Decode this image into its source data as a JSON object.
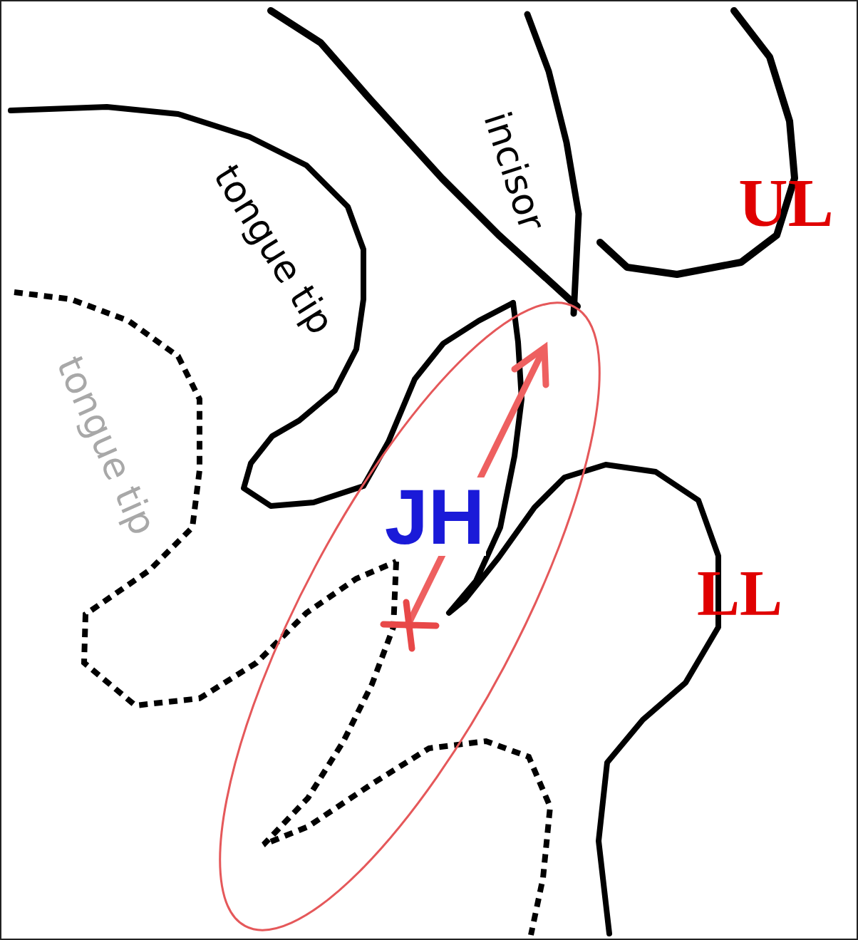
{
  "diagram": {
    "labels": [
      "tongue tip",
      "incisor",
      "UL",
      "tongue tip",
      "JH",
      "LL"
    ]
  }
}
